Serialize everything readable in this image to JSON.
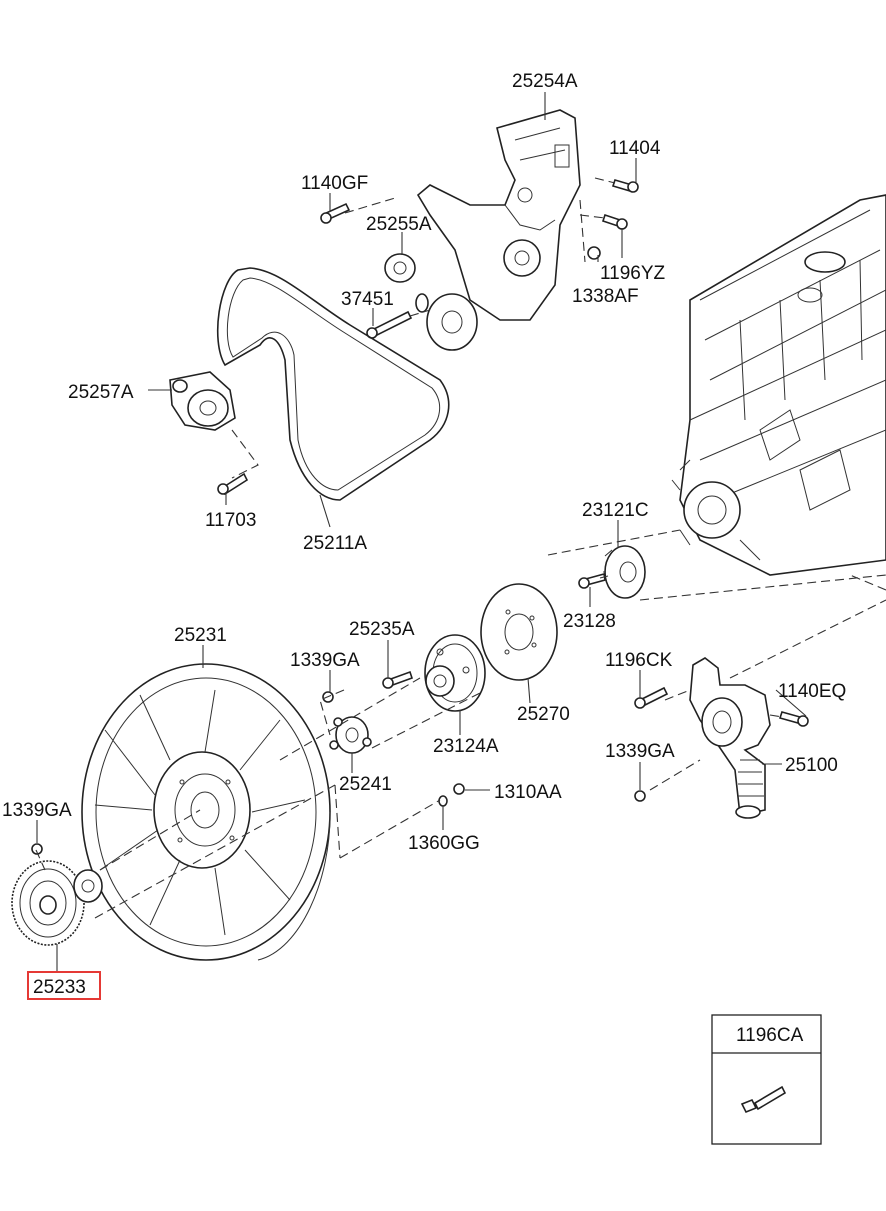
{
  "labels": {
    "p25254A": "25254A",
    "p11404": "11404",
    "p1140GF": "1140GF",
    "p25255A": "25255A",
    "p1196YZ": "1196YZ",
    "p1338AF": "1338AF",
    "p37451": "37451",
    "p25257A": "25257A",
    "p11703": "11703",
    "p25211A": "25211A",
    "p23121C": "23121C",
    "p23128": "23128",
    "p25231": "25231",
    "p25235A": "25235A",
    "p1339GA_a": "1339GA",
    "p25270": "25270",
    "p1196CK": "1196CK",
    "p1140EQ": "1140EQ",
    "p23124A": "23124A",
    "p25241": "25241",
    "p1339GA_b": "1339GA",
    "p25100": "25100",
    "p1310AA": "1310AA",
    "p1339GA_c": "1339GA",
    "p1360GG": "1360GG",
    "p25233": "25233"
  },
  "inset": {
    "title": "1196CA"
  },
  "colors": {
    "highlight": "#e53935",
    "line": "#222222"
  },
  "highlighted_part": "25233"
}
